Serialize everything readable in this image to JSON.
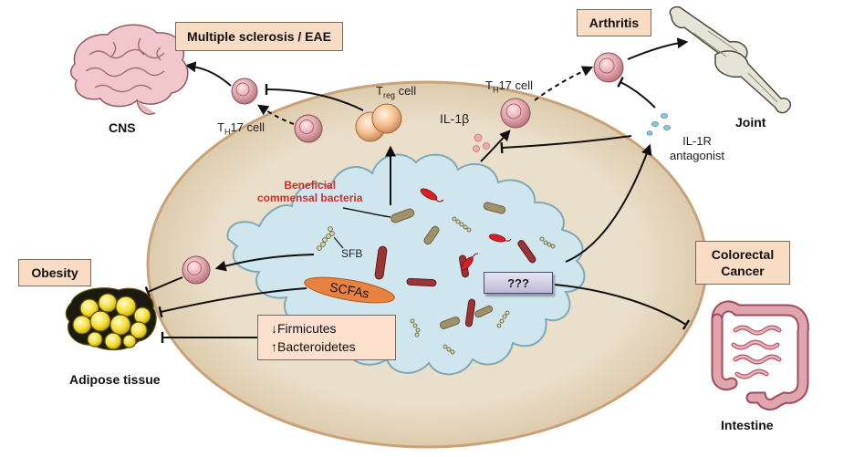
{
  "boxes": {
    "ms_eae": "Multiple sclerosis / EAE",
    "arthritis": "Arthritis",
    "obesity": "Obesity",
    "crc_line1": "Colorectal",
    "crc_line2": "Cancer",
    "unknown": "???"
  },
  "organs": {
    "cns": "CNS",
    "joint": "Joint",
    "adipose": "Adipose tissue",
    "intestine": "Intestine"
  },
  "cells": {
    "th17_left_main": "T",
    "th17_left_sub": "H",
    "th17_left_rest": "17 cell",
    "treg_main": "T",
    "treg_sub": "reg",
    "treg_rest": " cell",
    "th17_right_main": "T",
    "th17_right_sub": "H",
    "th17_right_rest": "17 cell"
  },
  "molecules": {
    "il1b": "IL-1β",
    "il1r_line1": "IL-1R",
    "il1r_line2": "antagonist",
    "scfas": "SCFAs",
    "sfb": "SFB"
  },
  "bacteria": {
    "beneficial_line1": "Beneficial",
    "beneficial_line2": "commensal bacteria"
  },
  "shift": {
    "line1": "↓Firmicutes",
    "line2": "↑Bacteroidetes"
  },
  "colors": {
    "box_fill": "#f9dcc4",
    "outer_ellipse": "#e9dcc5",
    "lumen": "#cfe6ee",
    "cell_pink": "#dfa5ad",
    "treg_orange": "#f3b98d",
    "red_bacteria": "#d81f26",
    "rod_bacteria": "#9c3436",
    "tan_bacteria": "#9a8c66",
    "scfa_orange": "#e88240",
    "il1_drop": "#f2a9ad",
    "il1ra_drop": "#8ec6dc",
    "label_red": "#d32b2b"
  },
  "icons": [
    "brain-icon",
    "bone-joint-icon",
    "adipose-tissue-icon",
    "intestine-icon"
  ]
}
